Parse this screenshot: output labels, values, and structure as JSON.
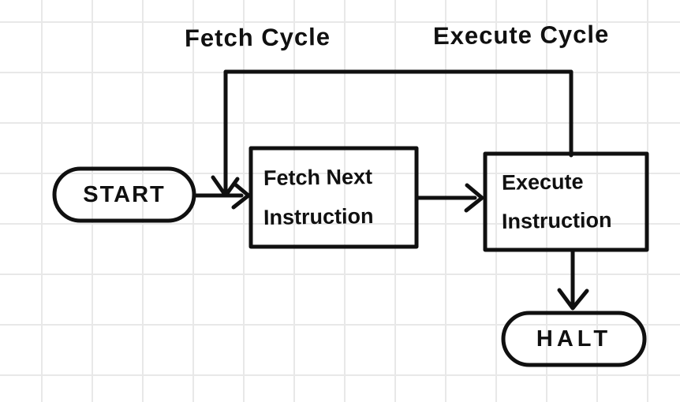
{
  "diagram": {
    "title_semantic": "CPU instruction cycle flowchart",
    "colors": {
      "ink": "#101010",
      "grid": "#e8e8e8",
      "background": "#ffffff"
    },
    "labels": {
      "fetch_cycle": "Fetch Cycle",
      "execute_cycle": "Execute Cycle"
    },
    "nodes": {
      "start": {
        "type": "terminator",
        "label": "START"
      },
      "fetch": {
        "type": "process",
        "line1": "Fetch Next",
        "line2": "Instruction"
      },
      "execute": {
        "type": "process",
        "line1": "Execute",
        "line2": "Instruction"
      },
      "halt": {
        "type": "terminator",
        "label": "HALT"
      }
    },
    "edges": [
      {
        "from": "start",
        "to": "fetch",
        "style": "arrow"
      },
      {
        "from": "fetch",
        "to": "execute",
        "style": "arrow"
      },
      {
        "from": "execute",
        "to": "halt",
        "style": "arrow"
      },
      {
        "from": "execute",
        "to": "fetch",
        "style": "feedback-loop-over-top"
      }
    ]
  }
}
